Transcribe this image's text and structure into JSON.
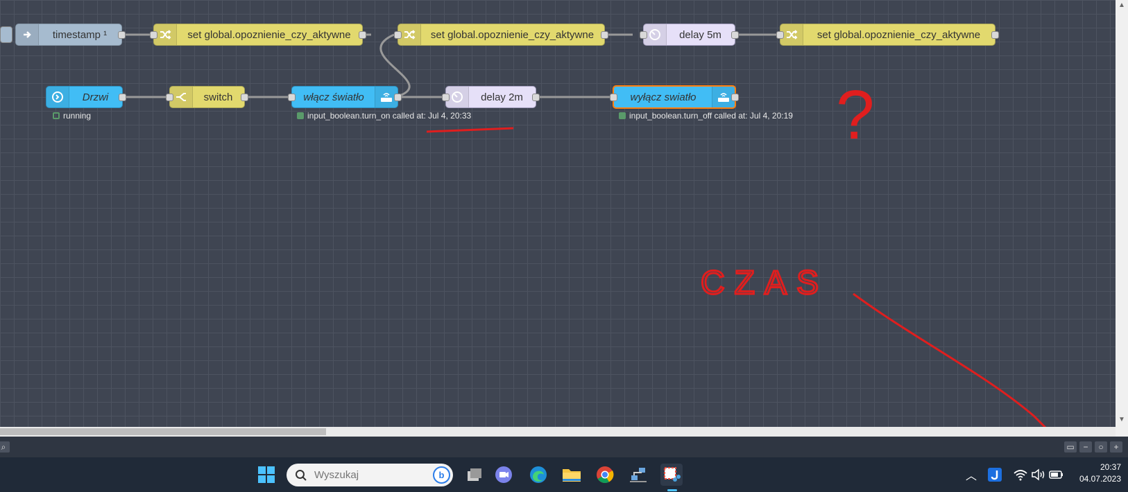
{
  "nodes": {
    "timestamp": {
      "label": "timestamp ¹"
    },
    "set1": {
      "label": "set global.opoznienie_czy_aktywne"
    },
    "set2": {
      "label": "set global.opoznienie_czy_aktywne"
    },
    "delay5": {
      "label": "delay 5m"
    },
    "set3": {
      "label": "set global.opoznienie_czy_aktywne"
    },
    "drzwi": {
      "label": "Drzwi",
      "status": "running"
    },
    "switch": {
      "label": "switch"
    },
    "wlacz": {
      "label": "włącz światło",
      "status": "input_boolean.turn_on called at: Jul 4, 20:33"
    },
    "delay2": {
      "label": "delay 2m"
    },
    "wylacz": {
      "label": "wyłącz swiatło",
      "status": "input_boolean.turn_off called at: Jul 4, 20:19"
    }
  },
  "annotations": {
    "question": "?",
    "word": "CZAS"
  },
  "taskbar": {
    "search_placeholder": "Wyszukaj",
    "time": "20:37",
    "date": "04.07.2023"
  },
  "colors": {
    "function_node": "#e2d96e",
    "ha_node": "#41bdf5",
    "delay_node": "#e6e0f8",
    "inject_node": "#a6bbcf",
    "annotation": "#e01e1e",
    "selected": "#ff7f0e"
  }
}
